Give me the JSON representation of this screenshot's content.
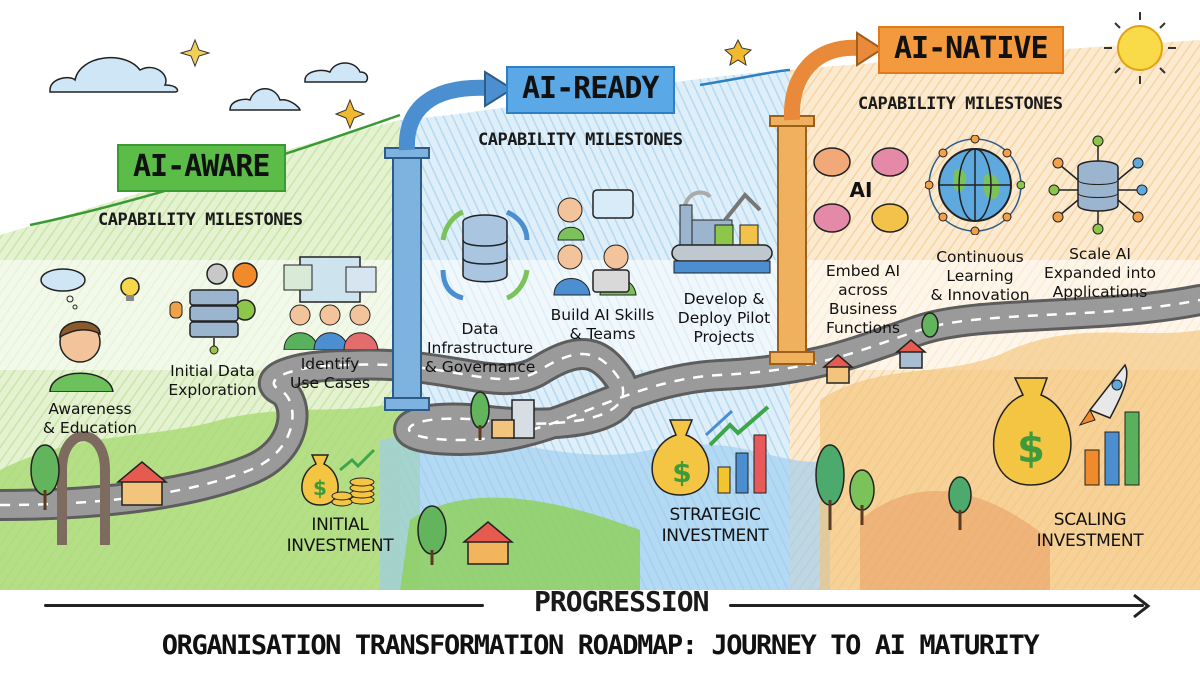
{
  "title": "ORGANISATION TRANSFORMATION ROADMAP: JOURNEY TO AI MATURITY",
  "progression_label": "PROGRESSION",
  "colors": {
    "aware": "#5bbd48",
    "ready": "#5aa8e6",
    "native": "#f39a3e",
    "road": "#8e8e8e"
  },
  "stages": [
    {
      "name": "AI-AWARE",
      "milestones_heading": "CAPABILITY MILESTONES",
      "milestones": [
        {
          "label": "Awareness\n& Education",
          "icon": "thinking-person-icon"
        },
        {
          "label": "Initial Data\nExploration",
          "icon": "server-gears-icon"
        },
        {
          "label": "Identify\nUse Cases",
          "icon": "team-dashboard-icon"
        }
      ],
      "investment": "INITIAL\nINVESTMENT"
    },
    {
      "name": "AI-READY",
      "milestones_heading": "CAPABILITY MILESTONES",
      "milestones": [
        {
          "label": "Data\nInfrastructure\n& Governance",
          "icon": "database-cycle-icon"
        },
        {
          "label": "Build AI Skills\n& Teams",
          "icon": "team-headset-icon"
        },
        {
          "label": "Develop &\nDeploy Pilot\nProjects",
          "icon": "factory-robot-icon"
        }
      ],
      "investment": "STRATEGIC\nINVESTMENT"
    },
    {
      "name": "AI-NATIVE",
      "milestones_heading": "CAPABILITY MILESTONES",
      "milestones": [
        {
          "label": "Embed AI\nacross\nBusiness\nFunctions",
          "icon": "ai-brains-icon"
        },
        {
          "label": "Continuous\nLearning\n& Innovation",
          "icon": "globe-network-icon"
        },
        {
          "label": "Scale AI\nExpanded into\nApplications",
          "icon": "database-network-icon"
        }
      ],
      "investment": "SCALING\nINVESTMENT"
    }
  ],
  "brain_icon_text": "AI",
  "dollar_sign": "$"
}
